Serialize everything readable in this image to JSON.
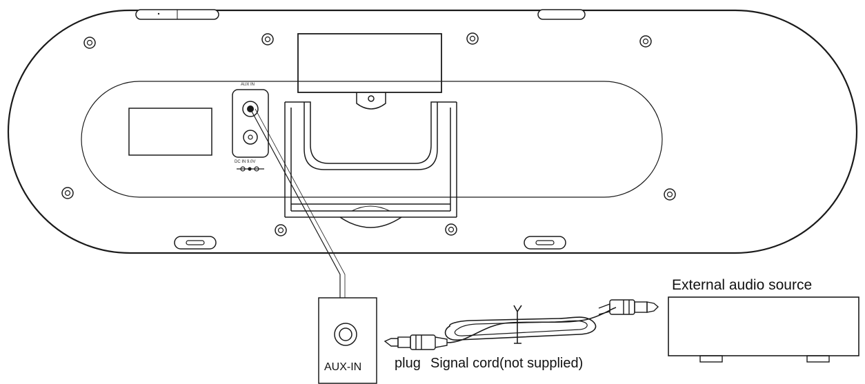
{
  "labels": {
    "aux_panel": "AUX IN",
    "dc_panel": "DC IN 9.0V",
    "aux_in": "AUX-IN",
    "plug": "plug",
    "signal_cord": "Signal cord(not supplied)",
    "external_source": "External audio source"
  },
  "colors": {
    "line": "#1a1a1a",
    "background": "#ffffff"
  }
}
